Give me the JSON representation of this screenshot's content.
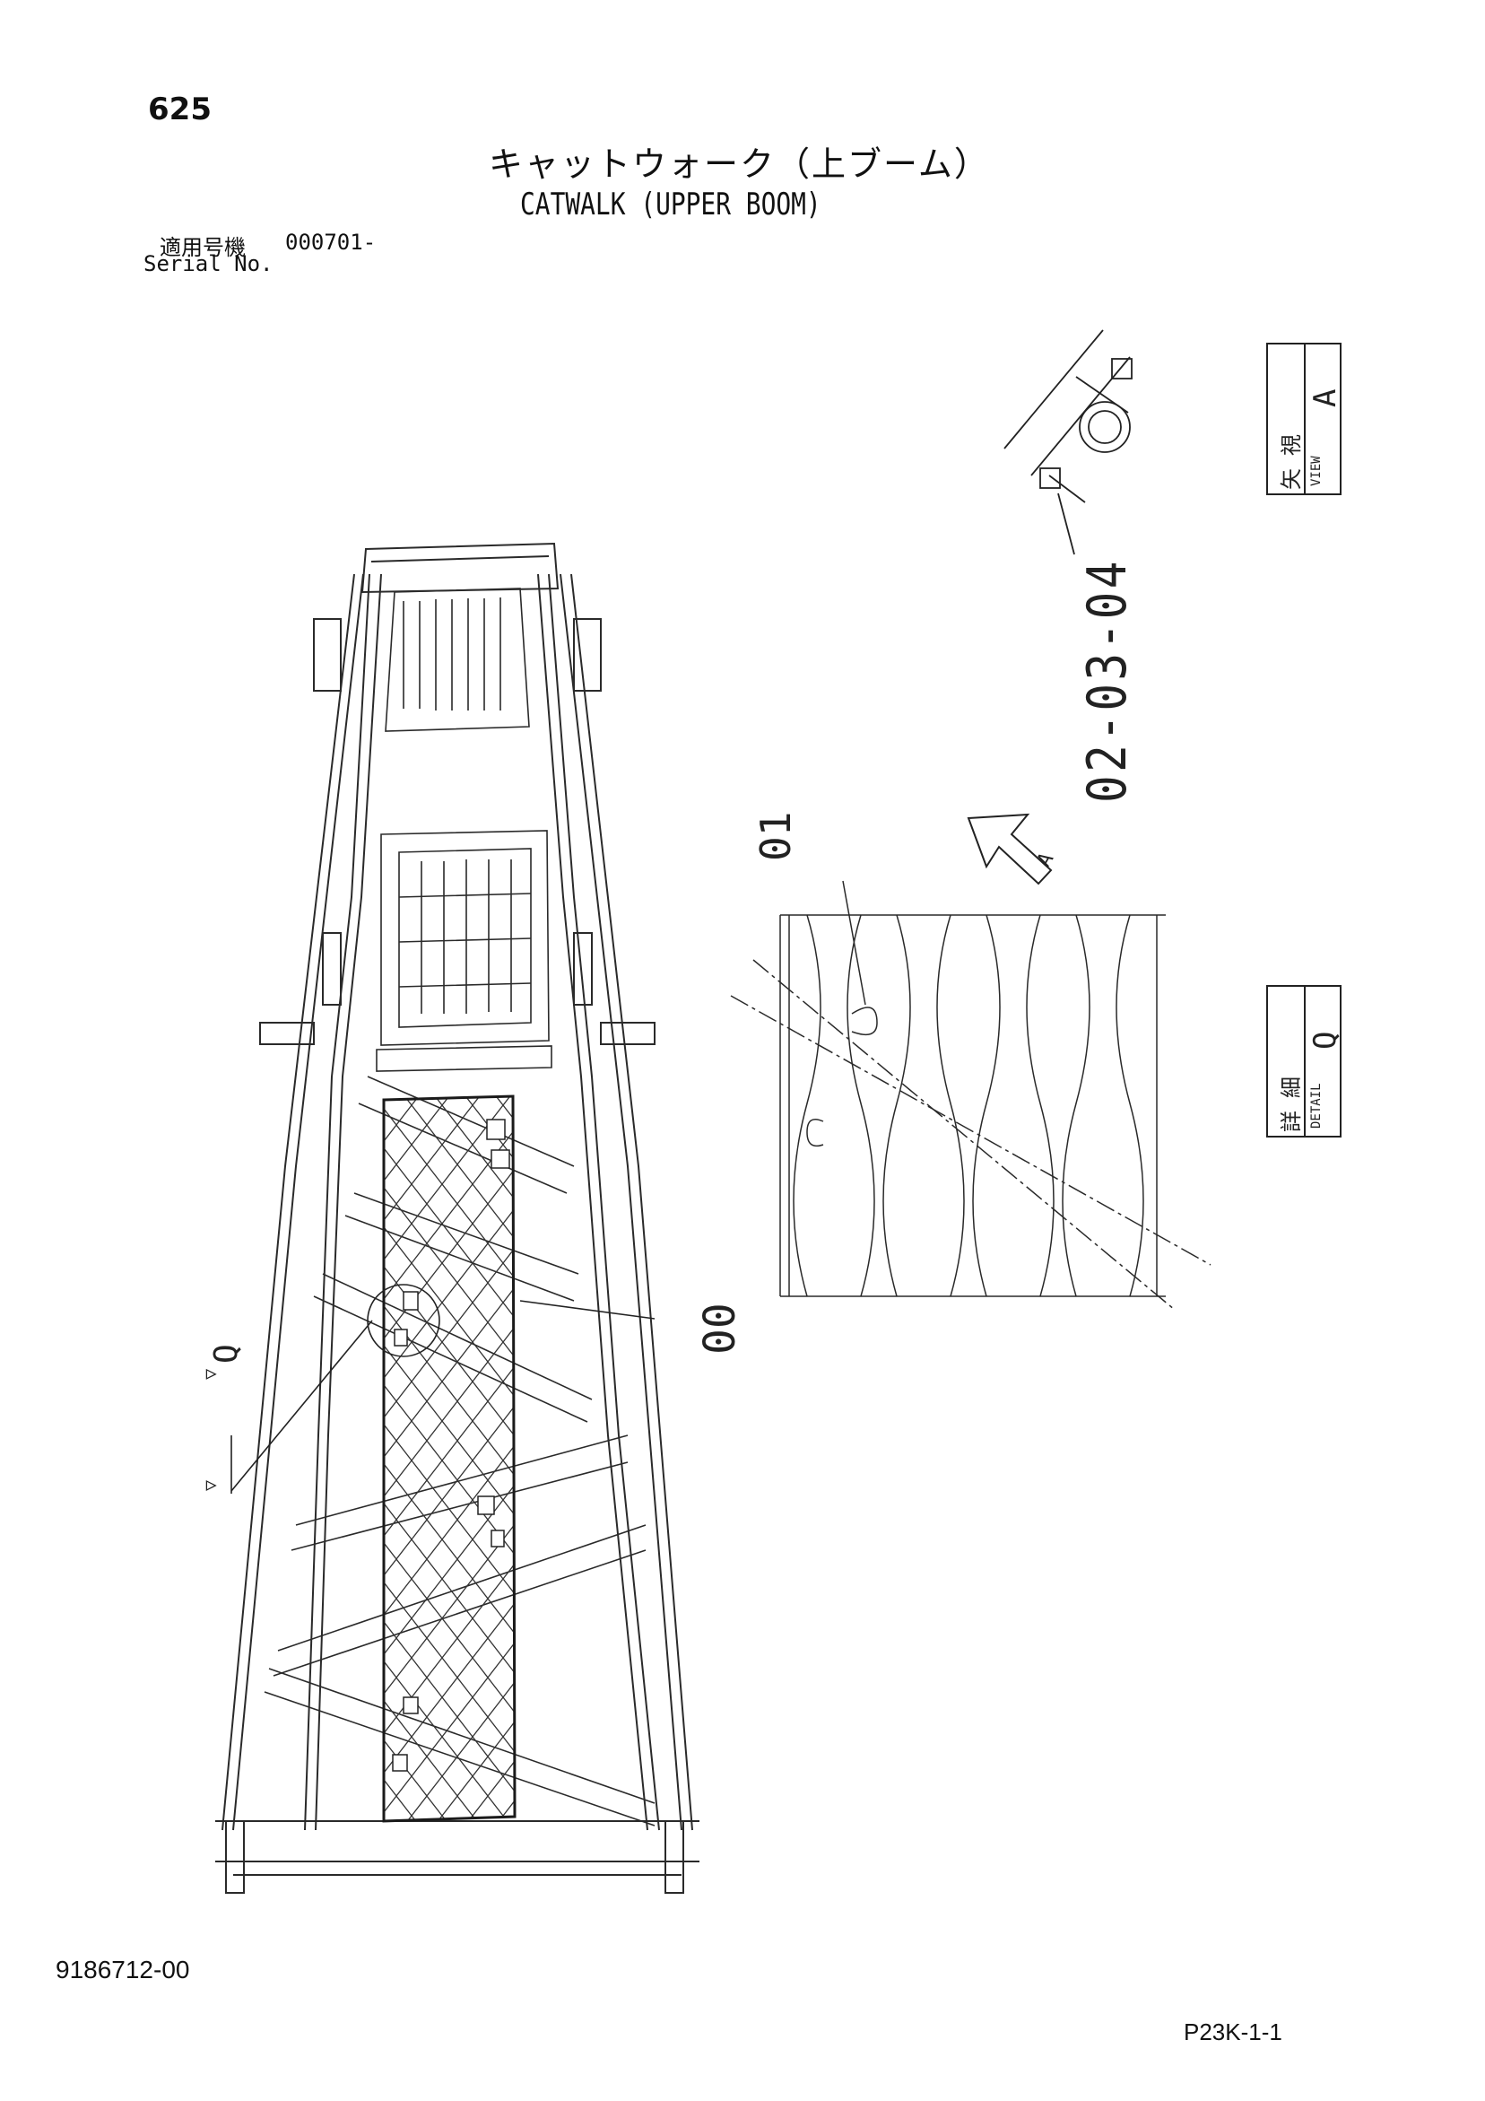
{
  "header": {
    "page_number": "625",
    "title_jp": "キャットウォーク（上ブーム）",
    "title_en": "CATWALK (UPPER BOOM)",
    "serial_label_jp": "適用号機",
    "serial_value": "000701-",
    "serial_label_en": "Serial No."
  },
  "part_labels": {
    "mount_part": "02-03-04",
    "detail_part": "01",
    "catwalk_part": "00"
  },
  "view_label": {
    "jp": "矢視",
    "en": "VIEW",
    "letter": "A"
  },
  "detail_label": {
    "jp": "詳細",
    "en": "DETAIL",
    "letter": "Q"
  },
  "callouts": {
    "arrow_letter": "A",
    "circle_letter": "Q",
    "circle_marks": "▽ ▽"
  },
  "footer": {
    "drawing_number": "9186712-00",
    "page_code": "P23K-1-1"
  }
}
